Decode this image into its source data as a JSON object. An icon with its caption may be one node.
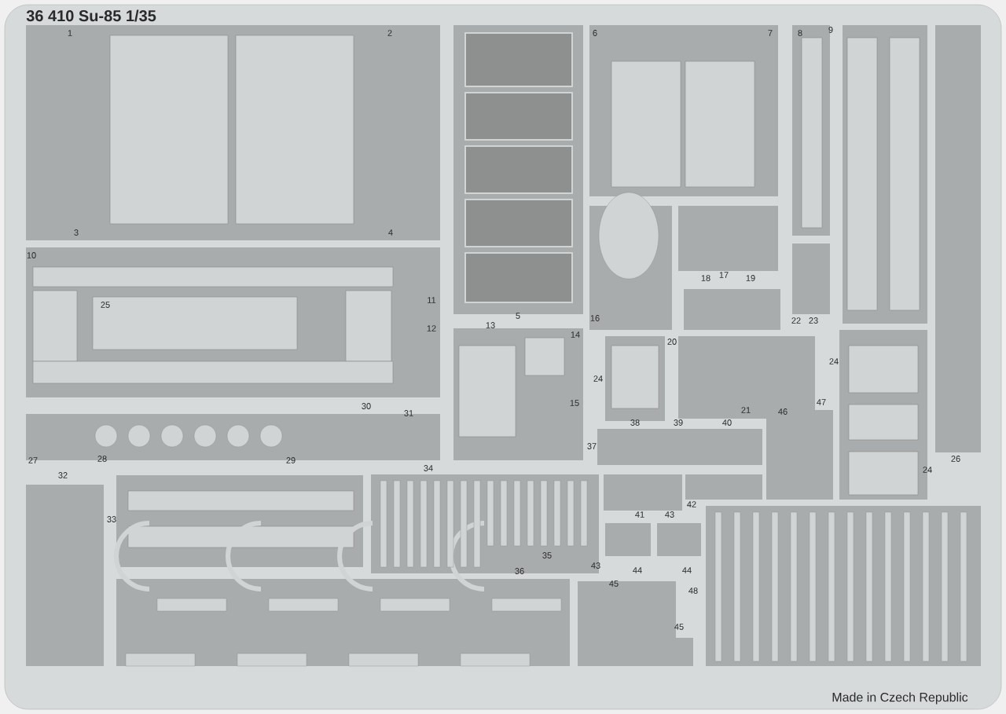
{
  "diagram": {
    "title": "36 410 Su-85 1/35",
    "labels": [
      "1",
      "2",
      "6",
      "7",
      "8",
      "9",
      "3",
      "4",
      "10",
      "25",
      "11",
      "18",
      "17",
      "19",
      "12",
      "5",
      "16",
      "22",
      "23",
      "13",
      "14",
      "20",
      "24",
      "24",
      "15",
      "21",
      "47",
      "46",
      "30",
      "31",
      "38",
      "39",
      "40",
      "37",
      "27",
      "28",
      "29",
      "26",
      "34",
      "24",
      "32",
      "42",
      "41",
      "43",
      "33",
      "35",
      "36",
      "43",
      "44",
      "44",
      "45",
      "48",
      "45",
      "Made in Czech Republic"
    ]
  }
}
